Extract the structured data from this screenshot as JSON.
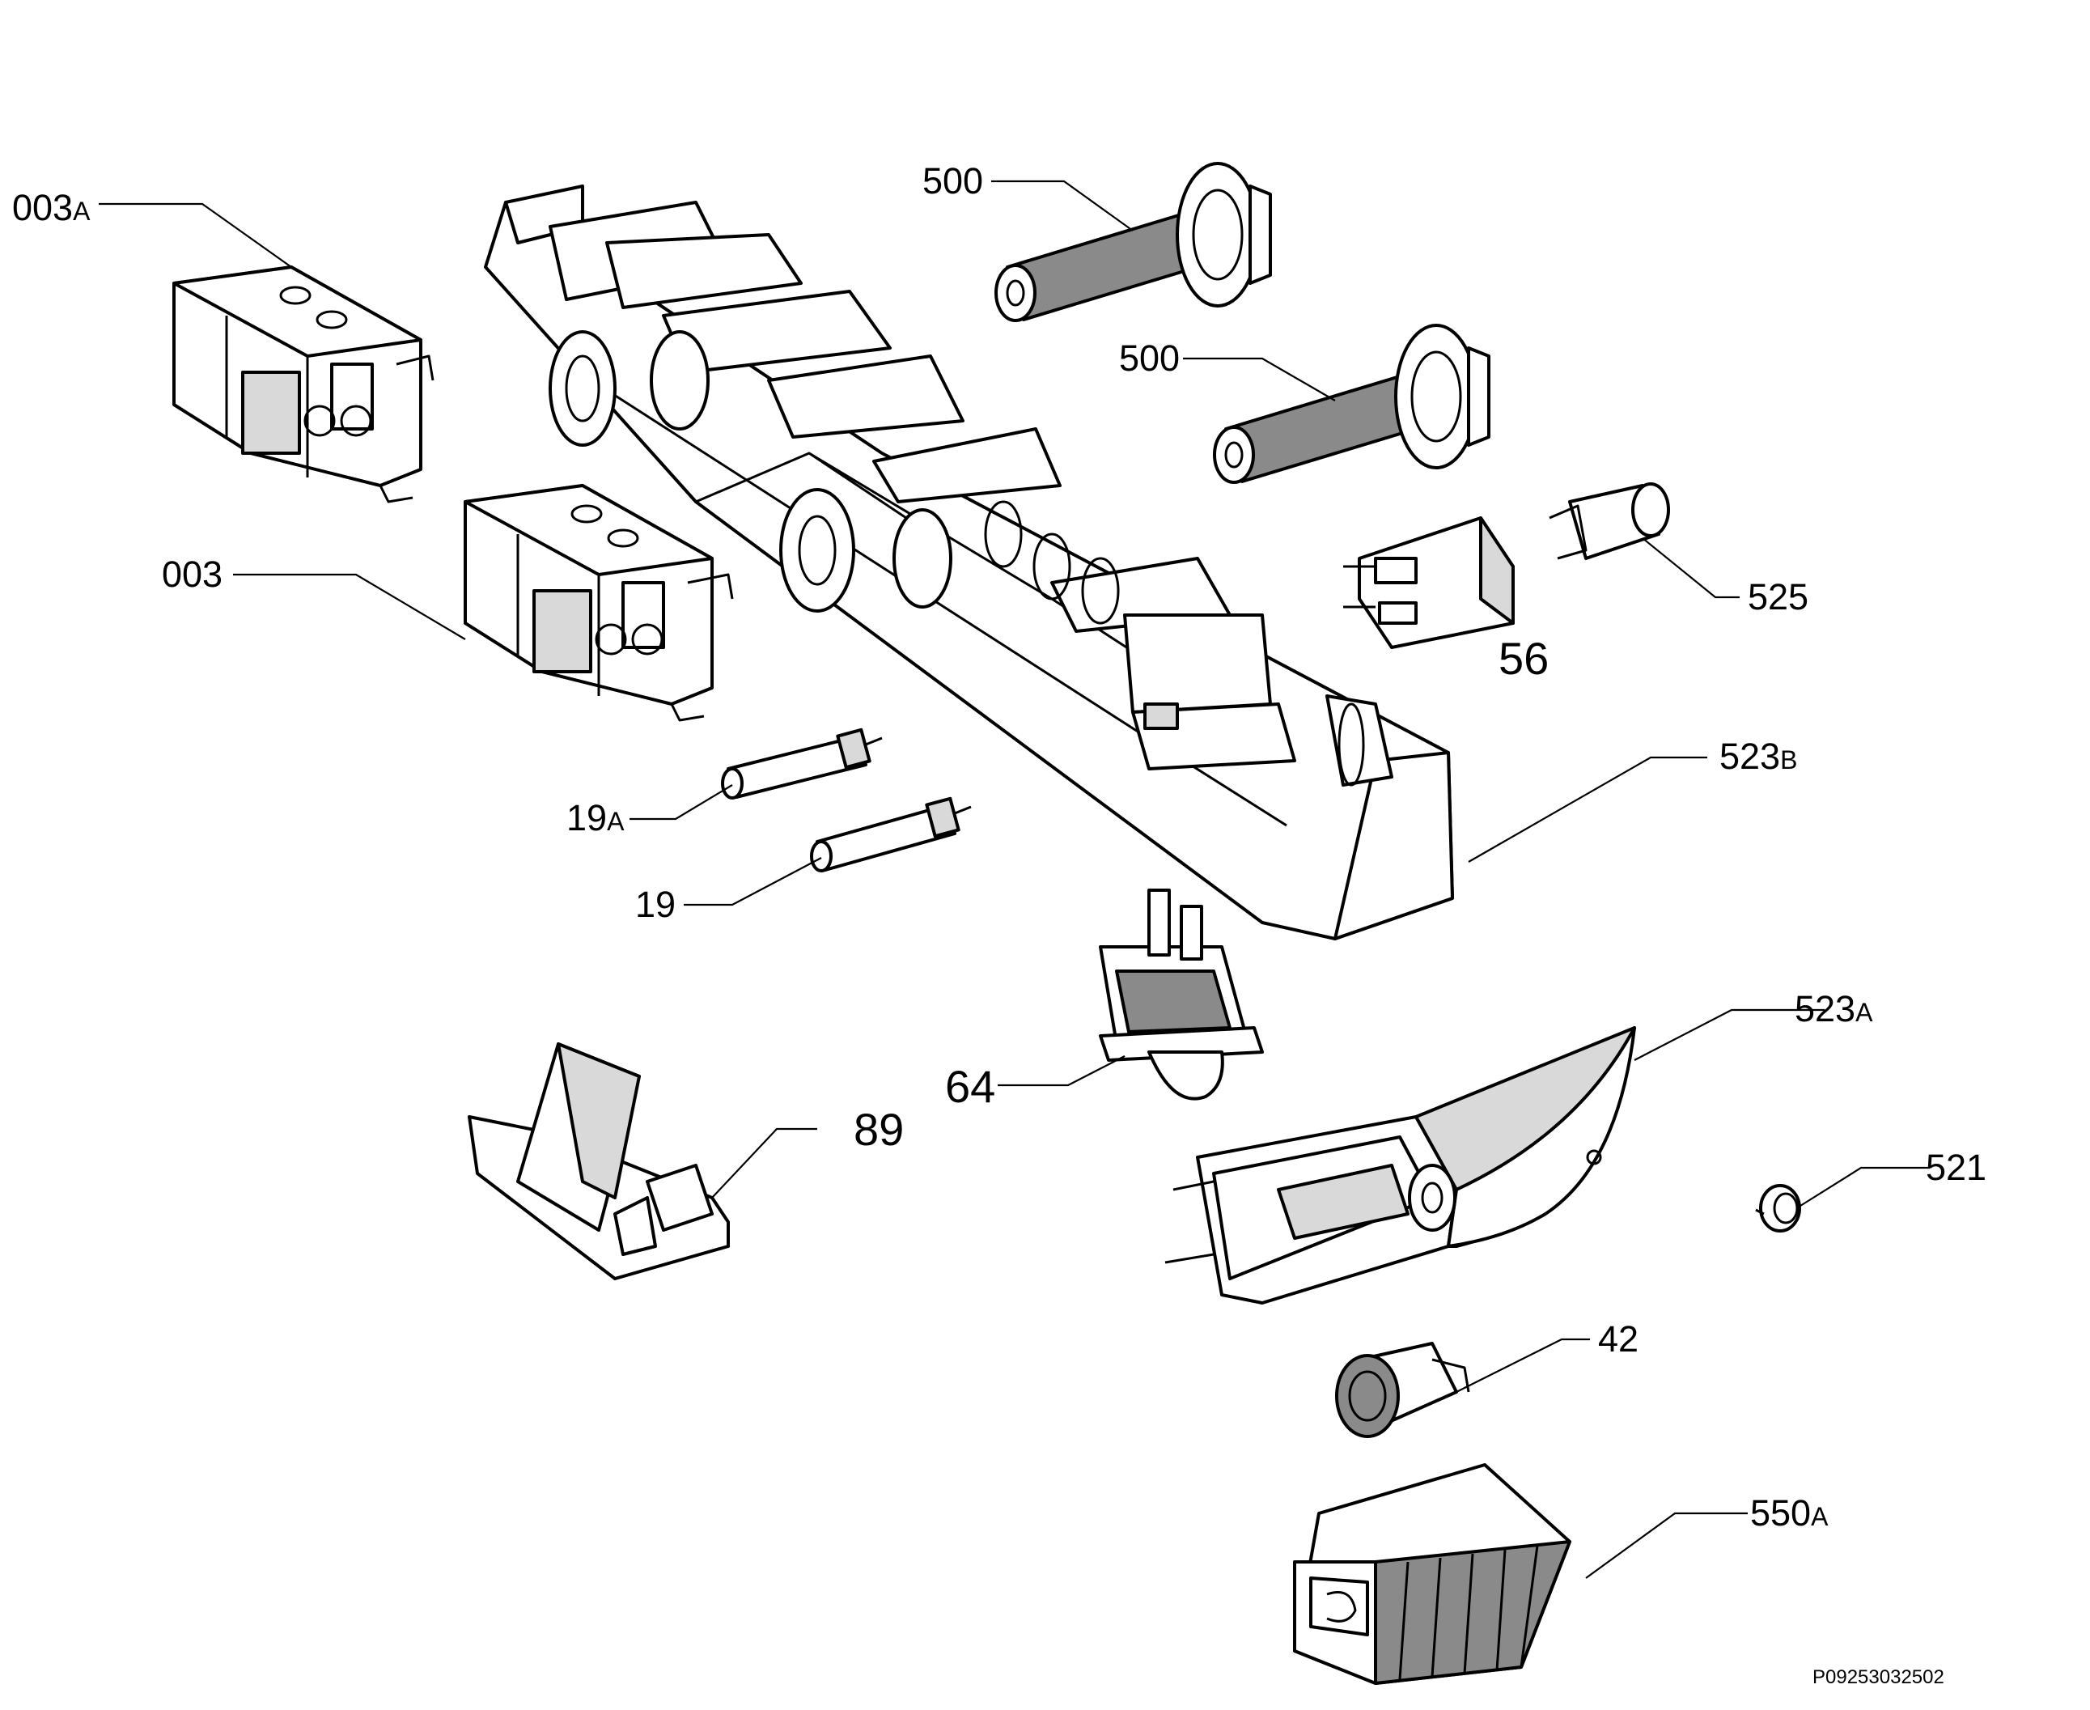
{
  "labels": {
    "p003a": {
      "num": "003",
      "suffix": "A"
    },
    "p003": {
      "num": "003",
      "suffix": ""
    },
    "p19a": {
      "num": "19",
      "suffix": "A"
    },
    "p19": {
      "num": "19",
      "suffix": ""
    },
    "p500a": {
      "num": "500",
      "suffix": ""
    },
    "p500b": {
      "num": "500",
      "suffix": ""
    },
    "p525": {
      "num": "525",
      "suffix": ""
    },
    "p56": {
      "num": "56",
      "suffix": ""
    },
    "p523b": {
      "num": "523",
      "suffix": "B"
    },
    "p523a": {
      "num": "523",
      "suffix": "A"
    },
    "p64": {
      "num": "64",
      "suffix": ""
    },
    "p89": {
      "num": "89",
      "suffix": ""
    },
    "p521": {
      "num": "521",
      "suffix": ""
    },
    "p42": {
      "num": "42",
      "suffix": ""
    },
    "p550a": {
      "num": "550",
      "suffix": "A"
    }
  },
  "reference_code": "P09253032502"
}
